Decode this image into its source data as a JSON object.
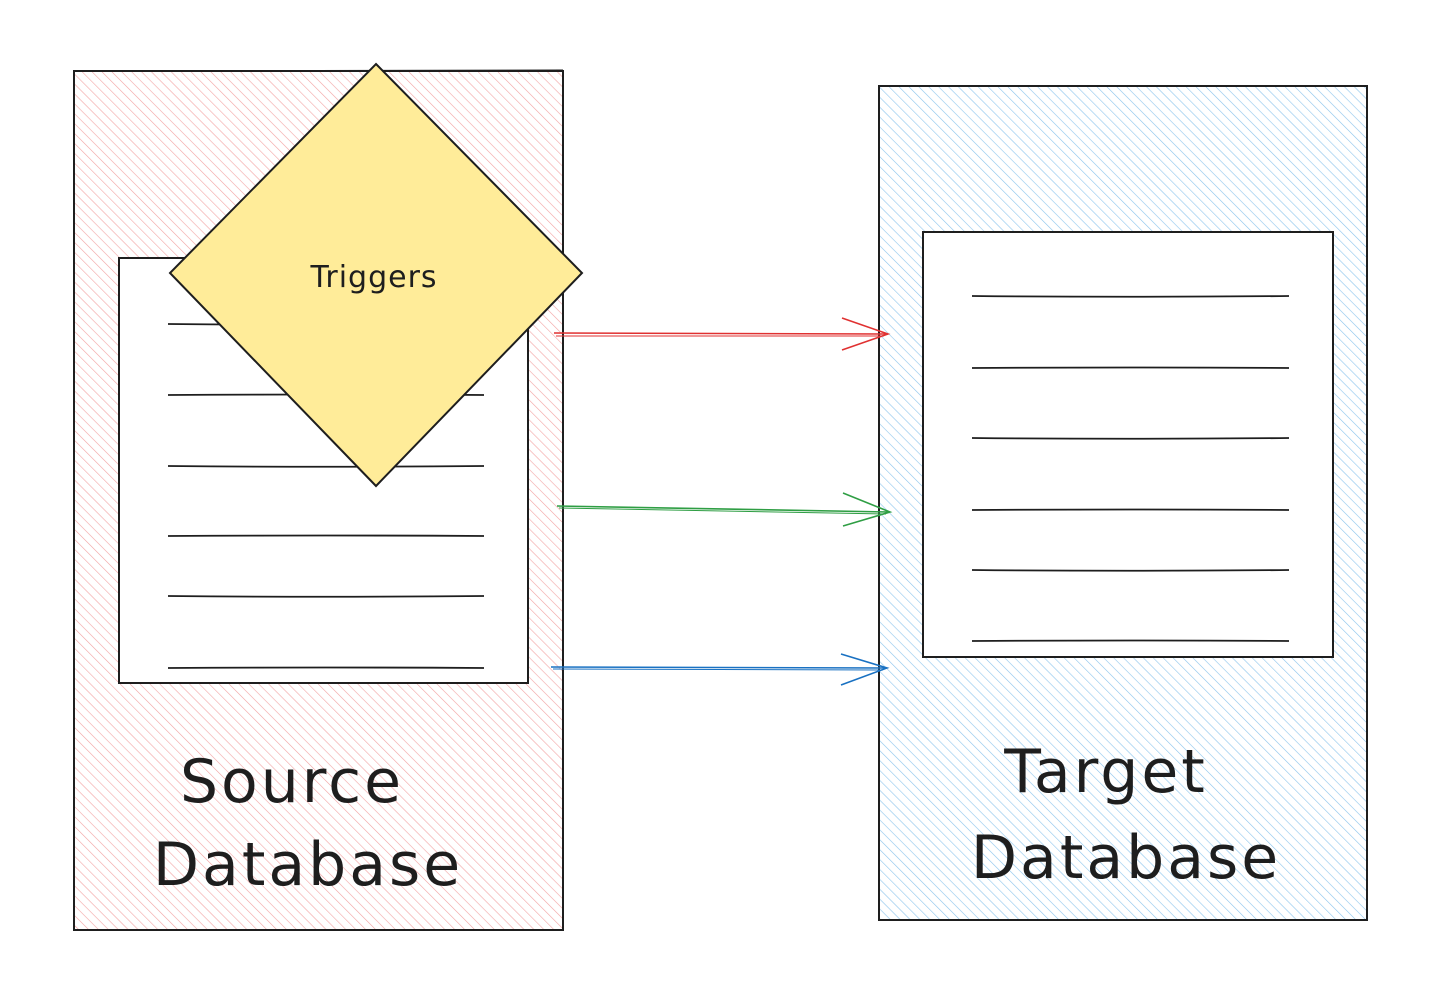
{
  "diagram": {
    "source": {
      "label_line1": "Source",
      "label_line2": "Database",
      "fill_color": "#ffc9c9",
      "hatch_color": "#f4a6a6",
      "doc_lines": 6
    },
    "target": {
      "label_line1": "Target",
      "label_line2": "Database",
      "fill_color": "#a5d8ff",
      "hatch_color": "#8ec6ee",
      "doc_lines": 6
    },
    "trigger": {
      "label": "Triggers",
      "fill_color": "#ffec99"
    },
    "arrows": [
      {
        "name": "red-arrow",
        "color": "#e03131"
      },
      {
        "name": "green-arrow",
        "color": "#2f9e44"
      },
      {
        "name": "blue-arrow",
        "color": "#1971c2"
      }
    ],
    "stroke_color": "#1e1e1e"
  }
}
